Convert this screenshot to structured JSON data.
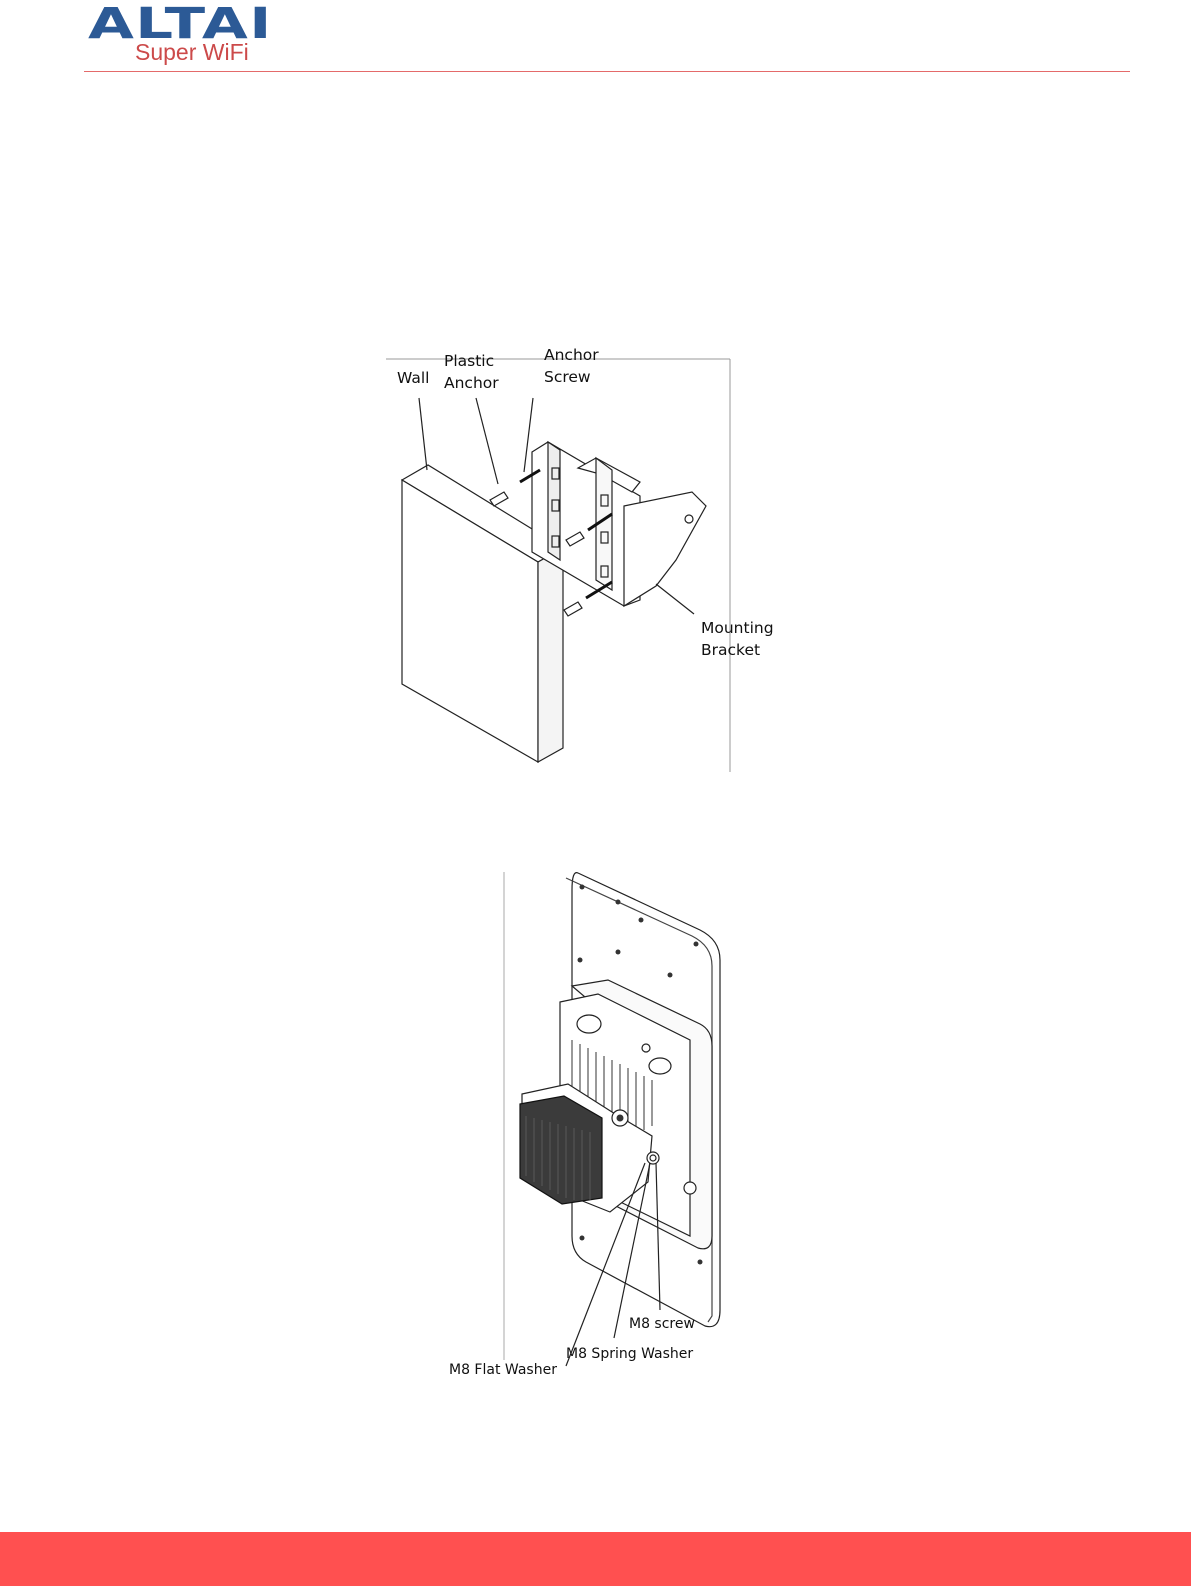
{
  "header": {
    "logo_main": "ALTAI",
    "logo_sub": "Super WiFi"
  },
  "figure_wall": {
    "labels": {
      "wall": "Wall",
      "plastic_anchor": "Plastic\nAnchor",
      "anchor_screw": "Anchor\nScrew",
      "mounting_bracket": "Mounting\nBracket"
    }
  },
  "figure_device": {
    "labels": {
      "m8_screw": "M8 screw",
      "m8_spring_washer": "M8 Spring Washer",
      "m8_flat_washer": "M8 Flat Washer"
    }
  },
  "colors": {
    "logo_blue": "#2c5a96",
    "logo_red": "#cc4a4a",
    "footer_red": "#ff5050"
  }
}
